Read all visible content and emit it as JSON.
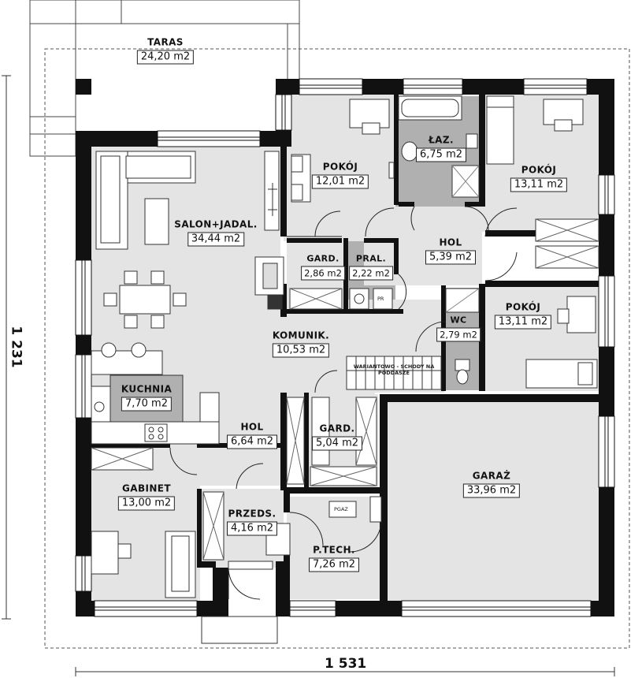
{
  "rooms": [
    {
      "id": "taras",
      "name": "TARAS",
      "area": "24,20 m2"
    },
    {
      "id": "salon",
      "name": "SALON+JADAL.",
      "area": "34,44 m2"
    },
    {
      "id": "pokoj1",
      "name": "POKÓJ",
      "area": "12,01 m2"
    },
    {
      "id": "lazienka",
      "name": "ŁAZ.",
      "area": "6,75 m2"
    },
    {
      "id": "pokoj2",
      "name": "POKÓJ",
      "area": "13,11 m2"
    },
    {
      "id": "gard1",
      "name": "GARD.",
      "area": "2,86 m2"
    },
    {
      "id": "pral",
      "name": "PRAL.",
      "area": "2,22 m2"
    },
    {
      "id": "hol1",
      "name": "HOL",
      "area": "5,39 m2"
    },
    {
      "id": "pokoj3",
      "name": "POKÓJ",
      "area": "13,11 m2"
    },
    {
      "id": "wc",
      "name": "WC",
      "area": "2,79 m2"
    },
    {
      "id": "komunik",
      "name": "KOMUNIK.",
      "area": "10,53 m2"
    },
    {
      "id": "kuchnia",
      "name": "KUCHNIA",
      "area": "7,70 m2"
    },
    {
      "id": "hol2",
      "name": "HOL",
      "area": "6,64 m2"
    },
    {
      "id": "gard2",
      "name": "GARD.",
      "area": "5,04 m2"
    },
    {
      "id": "garaz",
      "name": "GARAŻ",
      "area": "33,96 m2"
    },
    {
      "id": "gabinet",
      "name": "GABINET",
      "area": "13,00 m2"
    },
    {
      "id": "przedp",
      "name": "PRZEDS.",
      "area": "4,16 m2"
    },
    {
      "id": "ptech",
      "name": "P.TECH.",
      "area": "7,26 m2"
    }
  ],
  "dimensions": {
    "width": "1 531",
    "height": "1 231"
  },
  "notes": {
    "stairs": "WARIANTOWO - SCHODY NA PODDASZE",
    "boiler": "PGAZ",
    "laundry": "PR"
  }
}
